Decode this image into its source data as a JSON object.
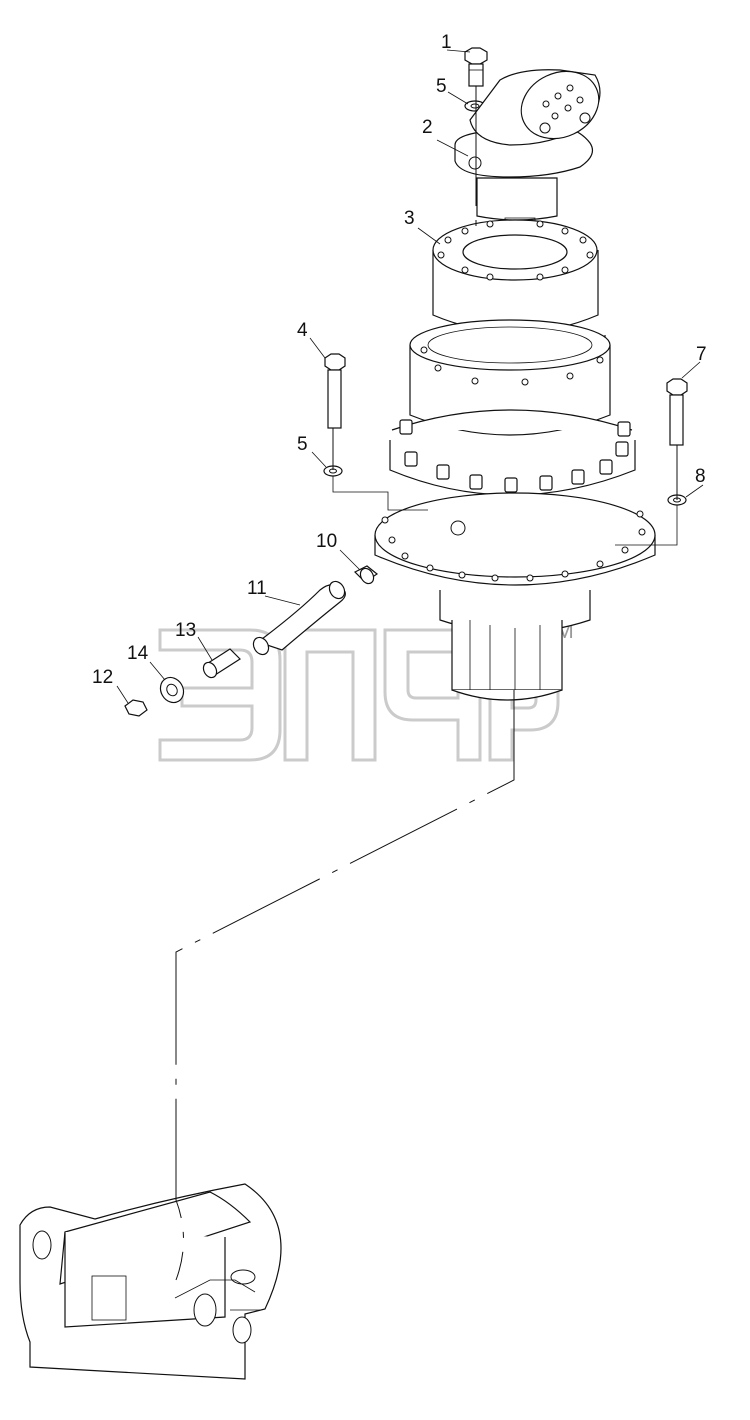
{
  "diagram": {
    "part_labels": [
      "1",
      "2",
      "3",
      "4",
      "5",
      "5",
      "7",
      "8",
      "10",
      "11",
      "12",
      "13",
      "14"
    ],
    "watermark_trademark": "TM"
  }
}
